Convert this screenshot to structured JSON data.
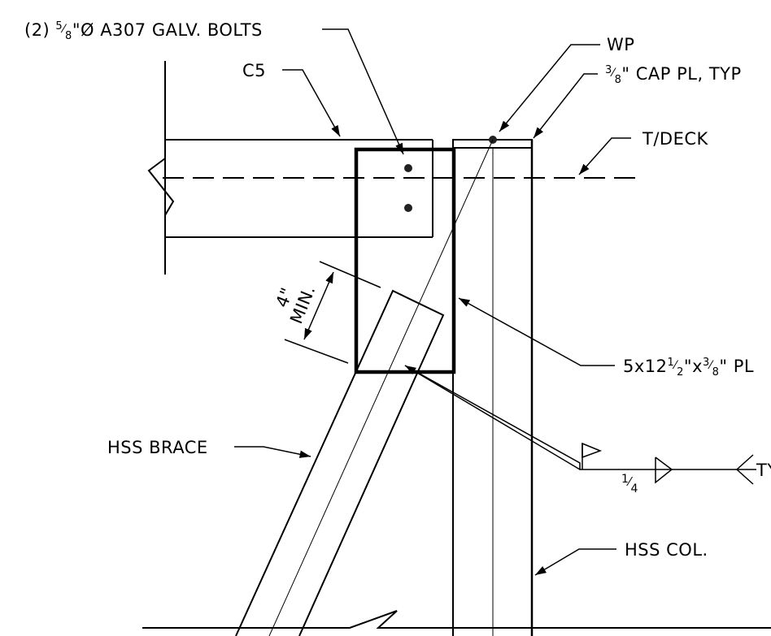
{
  "labels": {
    "bolts": "(2) ⅝\"Ø A307 GALV. BOLTS",
    "bolts_frac_num": "5",
    "bolts_frac_den": "8",
    "bolts_prefix": "(2) ",
    "bolts_suffix": "\"Ø A307 GALV. BOLTS",
    "c5": "C5",
    "wp": "WP",
    "cap_pl_num": "3",
    "cap_pl_den": "8",
    "cap_pl_suffix": "\" CAP PL, TYP",
    "t_deck": "T/DECK",
    "min_4": "4\"",
    "min_text": "MIN.",
    "plate_prefix": "5x12",
    "plate_frac1_num": "1",
    "plate_frac1_den": "2",
    "plate_mid": "\"x",
    "plate_frac2_num": "3",
    "plate_frac2_den": "8",
    "plate_suffix": "\" PL",
    "hss_brace": "HSS BRACE",
    "weld_num": "1",
    "weld_den": "4",
    "weld_tail": "TYP",
    "hss_col": "HSS COL."
  }
}
